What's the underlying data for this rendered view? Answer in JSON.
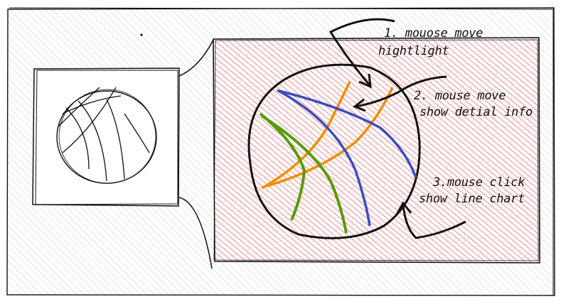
{
  "annotations": {
    "step1": {
      "line1": "1. mouose move",
      "line2": "hightlight"
    },
    "step2": {
      "line1": "2. mouse move",
      "line2": "show detial info"
    },
    "step3": {
      "line1": "3.mouse click",
      "line2": "show line chart"
    }
  },
  "colors": {
    "orange": "#f08c00",
    "blue": "#3b4cc0",
    "green": "#5a9a08",
    "hatch_red": "#e03131",
    "hatch_gray": "#bfbfbf",
    "ink": "#111111"
  }
}
